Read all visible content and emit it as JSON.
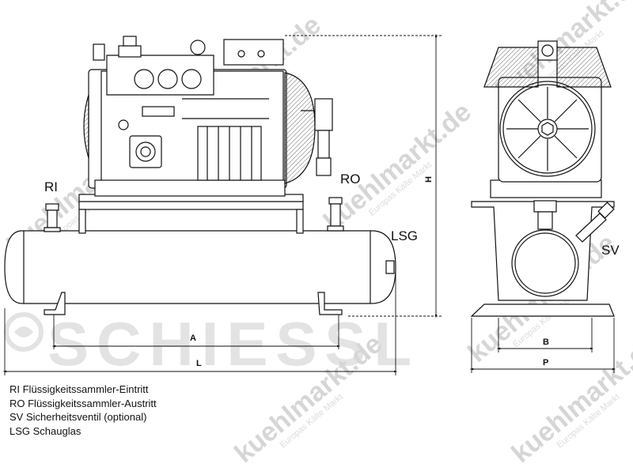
{
  "watermark": {
    "site": "kuehlmarkt.de",
    "tagline": "Europas Kälte Markt",
    "brand": "SCHIESSL"
  },
  "callouts": {
    "ri": "RI",
    "ro": "RO",
    "lsg": "LSG",
    "sv": "SV",
    "h": "H"
  },
  "dimensions": {
    "a": "A",
    "l": "L",
    "b": "B",
    "p": "P"
  },
  "legend": [
    "RI Flüssigkeitssammler-Eintritt",
    "RO Flüssigkeitssammler-Austritt",
    "SV Sicherheitsventil (optional)",
    "LSG Schauglas"
  ]
}
